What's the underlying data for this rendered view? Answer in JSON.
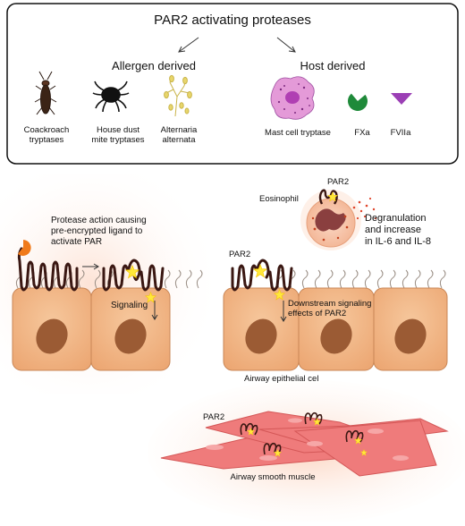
{
  "title": "PAR2 activating proteases",
  "allergen": {
    "heading": "Allergen derived",
    "items": [
      {
        "label": "Coackroach\ntryptases",
        "icon": "cockroach-icon"
      },
      {
        "label": "House dust\nmite tryptases",
        "icon": "dust-mite-icon"
      },
      {
        "label": "Alternaria\nalternata",
        "icon": "fungus-icon"
      }
    ]
  },
  "host": {
    "heading": "Host derived",
    "items": [
      {
        "label": "Mast cell tryptase",
        "icon": "mast-cell-icon"
      },
      {
        "label": "FXa",
        "icon": "fxa-icon"
      },
      {
        "label": "FVIIa",
        "icon": "fviia-icon"
      }
    ]
  },
  "left_panel": {
    "protease_action": "Protease action causing\npre-encrypted ligand to\nactivate PAR",
    "signaling": "Signaling"
  },
  "right_panel": {
    "eosinophil": "Eosinophil",
    "par2_eos": "PAR2",
    "degranulation": "Degranulation\nand increase\nin IL-6 and IL-8",
    "par2_epi": "PAR2",
    "downstream": "Downstream signaling\neffects of PAR2",
    "epithelial": "Airway epithelial cel"
  },
  "muscle": {
    "par2": "PAR2",
    "label": "Airway smooth muscle"
  },
  "colors": {
    "cell_fill": "#f2b98a",
    "nucleus": "#9b5b34",
    "receptor": "#3a1712",
    "muscle": "#ef7b7b",
    "mast_cell": "#e49ad8",
    "fxa": "#1f8a3a",
    "fviia": "#9b3fb5",
    "star": "#ffe83a"
  }
}
